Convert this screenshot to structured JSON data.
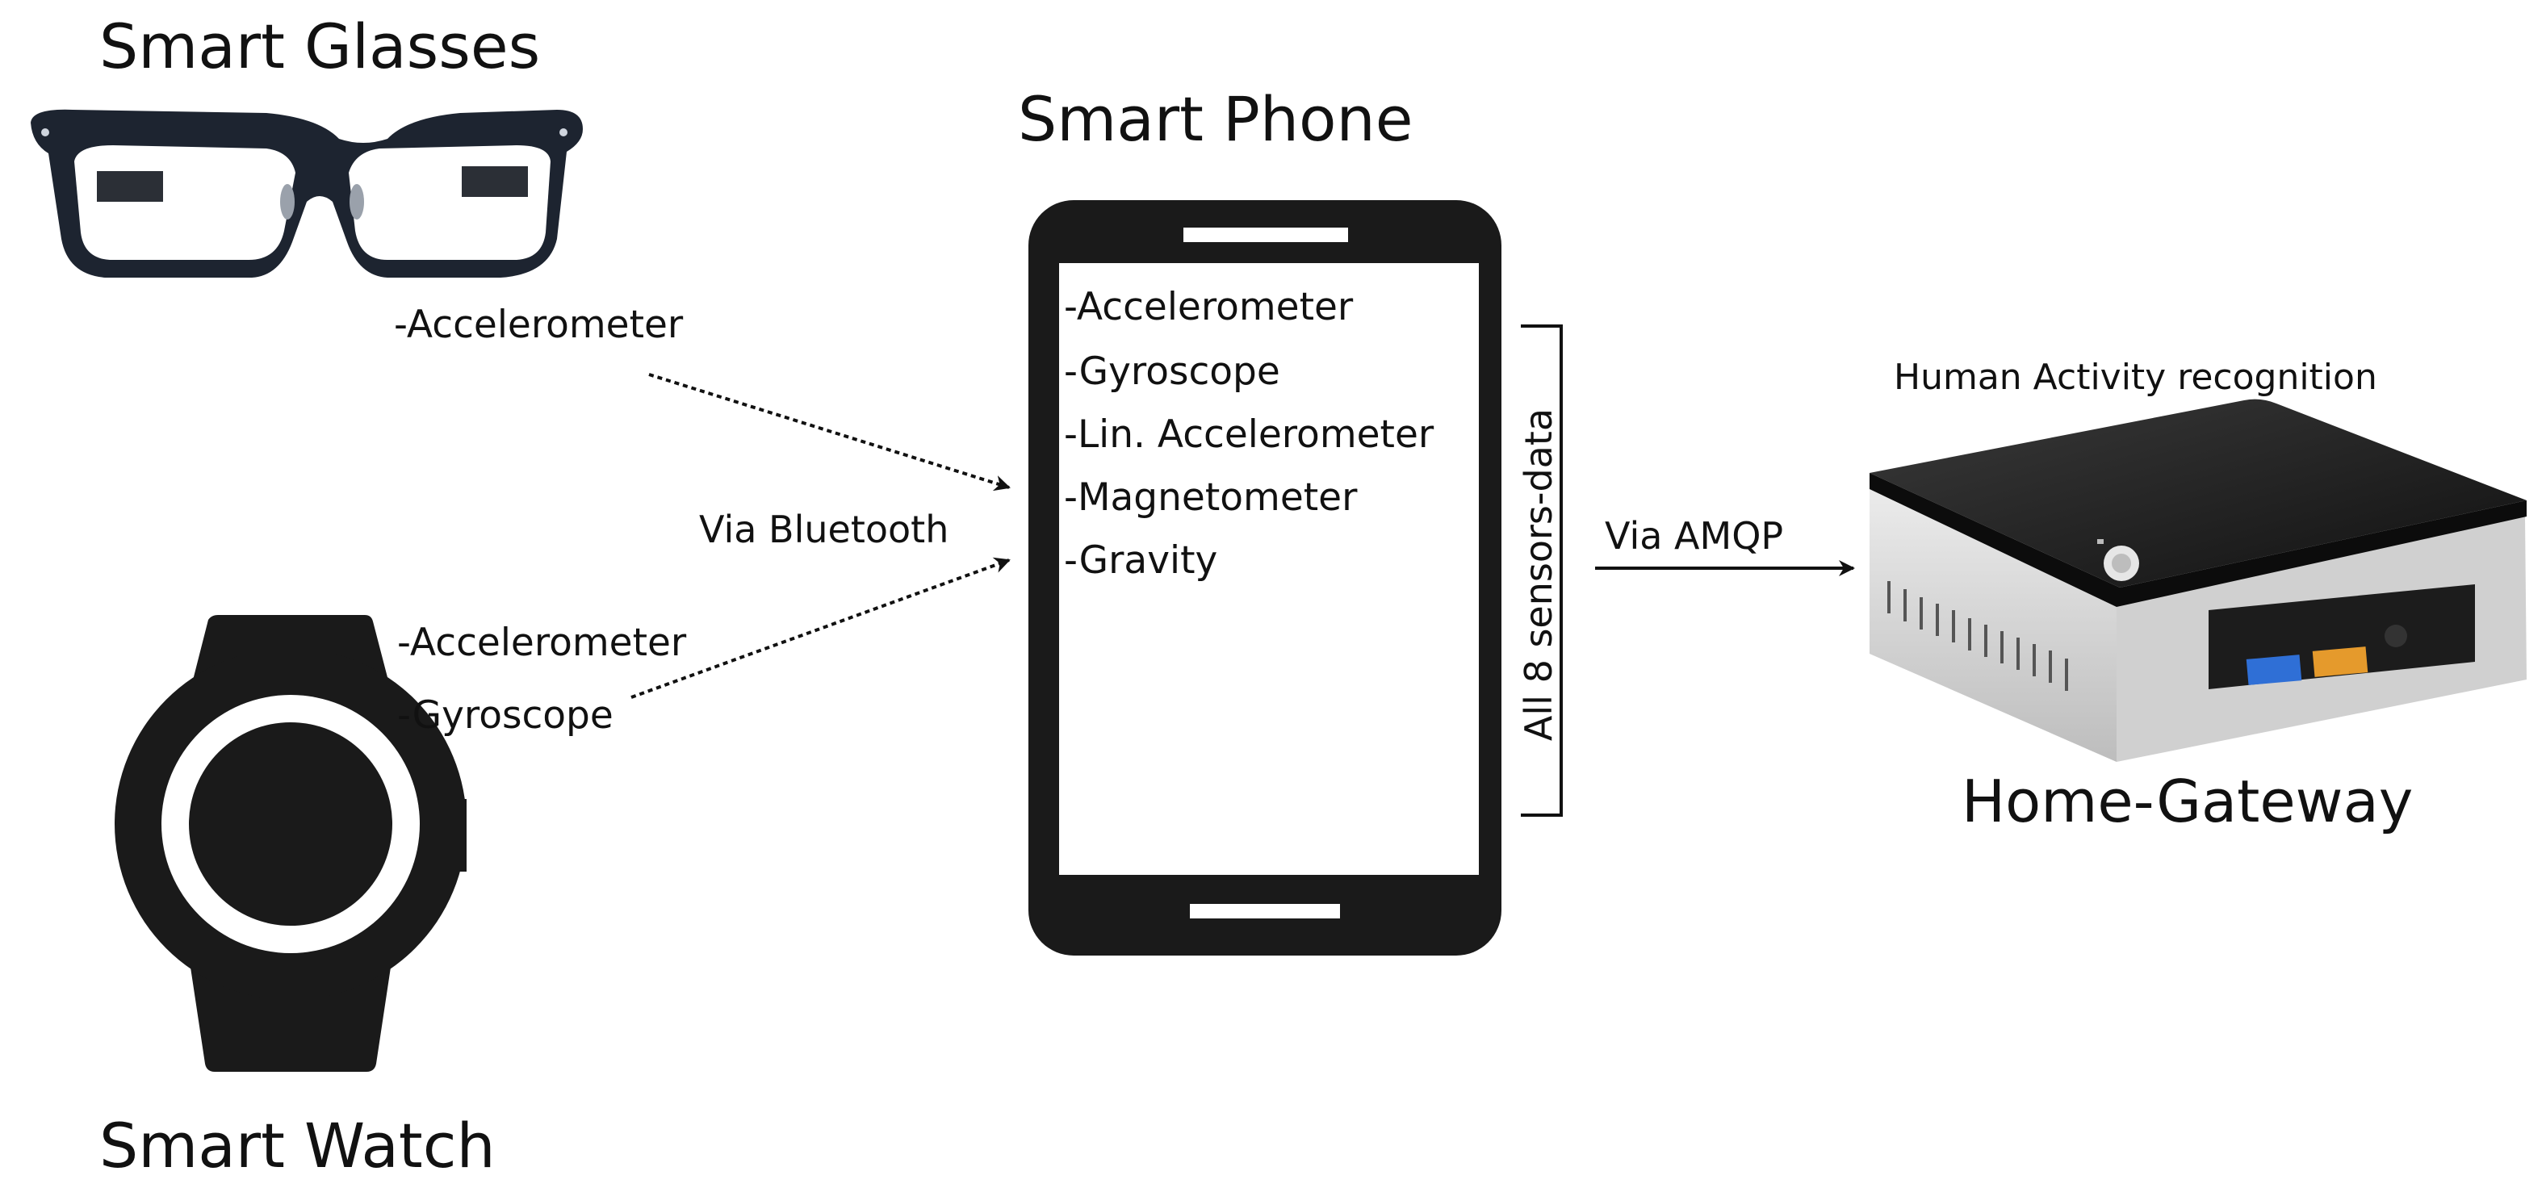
{
  "devices": {
    "glasses": {
      "title": "Smart Glasses",
      "sensors": [
        "-Accelerometer"
      ]
    },
    "watch": {
      "title": "Smart Watch",
      "sensors": [
        "-Accelerometer",
        "-Gyroscope"
      ]
    },
    "phone": {
      "title": "Smart Phone",
      "sensors": [
        "-Accelerometer",
        "-Gyroscope",
        "-Lin. Accelerometer",
        "-Magnetometer",
        "-Gravity"
      ],
      "bracket_label": "All 8 sensors-data"
    },
    "gateway": {
      "title": "Home-Gateway",
      "caption": "Human Activity recognition"
    }
  },
  "links": {
    "bluetooth": "Via Bluetooth",
    "amqp": "Via AMQP"
  },
  "colors": {
    "ink": "#111111",
    "device_black": "#1a1a1a",
    "gateway_silver": "#d8d8d8",
    "gateway_top": "#222222",
    "usb_blue": "#2f6fd6",
    "usb_orange": "#e59a2c"
  }
}
